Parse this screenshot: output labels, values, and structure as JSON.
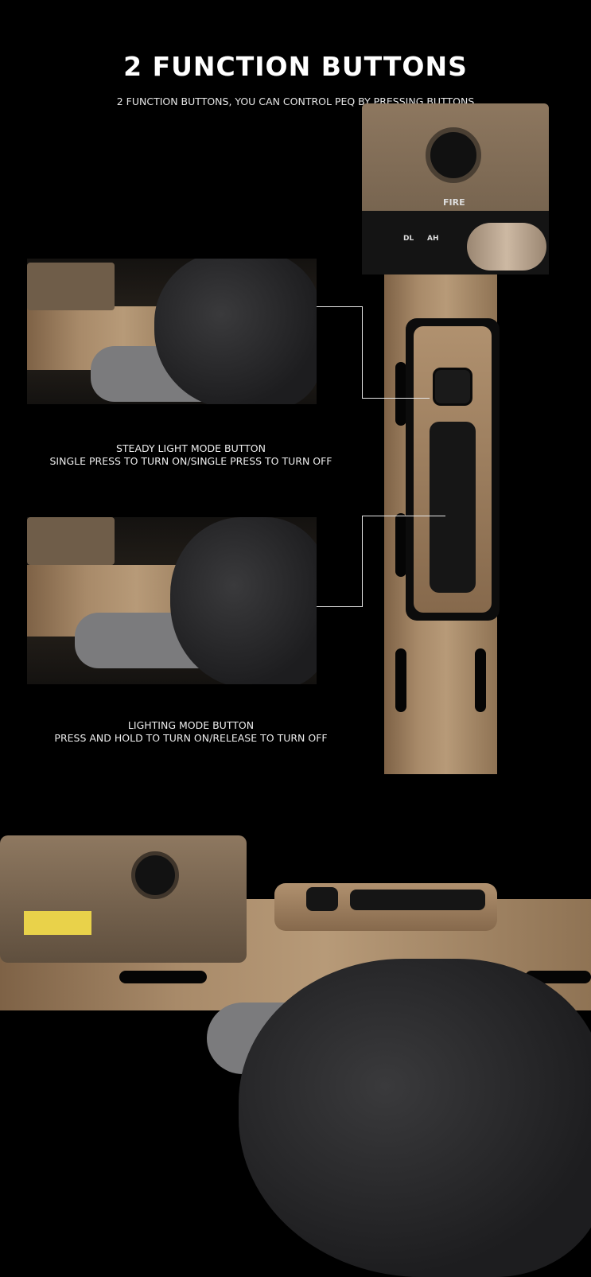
{
  "header": {
    "title": "2 FUNCTION BUTTONS",
    "subtitle": "2 FUNCTION BUTTONS, YOU CAN CONTROL PEQ BY PRESSING BUTTONS"
  },
  "callouts": [
    {
      "title": "STEADY LIGHT MODE BUTTON",
      "description": "SINGLE PRESS TO TURN ON/SINGLE PRESS TO TURN OFF"
    },
    {
      "title": "LIGHTING MODE BUTTON",
      "description": "PRESS AND HOLD TO TURN ON/RELEASE TO TURN OFF"
    }
  ],
  "device_markings": {
    "fire": "FIRE",
    "dl": "DL",
    "ah": "AH"
  },
  "colors": {
    "background": "#000000",
    "tan": "#a88a69",
    "text": "#ffffff"
  }
}
